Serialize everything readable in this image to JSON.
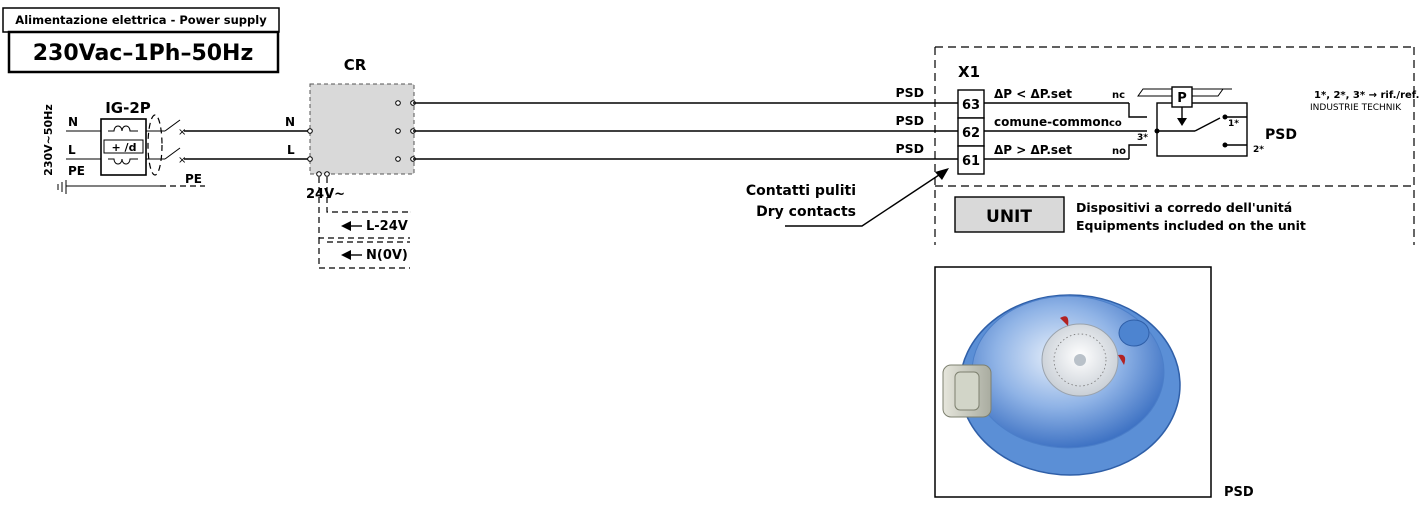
{
  "power_supply": {
    "label": "Alimentazione elettrica - Power supply",
    "value": "230Vac–1Ph–50Hz"
  },
  "ig": {
    "name": "IG-2P",
    "symbol": "+ /d",
    "voltage": "230V~50Hz",
    "n": "N",
    "l": "L",
    "pe": "PE",
    "pe_out": "PE"
  },
  "cr": {
    "name": "CR",
    "n": "N",
    "l": "L",
    "voltage": "24V~",
    "l24": "L-24V",
    "n0v": "N(0V)"
  },
  "wires": {
    "labels": [
      "PSD",
      "PSD",
      "PSD"
    ]
  },
  "dry_contacts": {
    "line1": "Contatti puliti",
    "line2": "Dry contacts"
  },
  "x1": {
    "name": "X1",
    "terminals": [
      "63",
      "62",
      "61"
    ],
    "functions": [
      "ΔP < ΔP.set",
      "comune-common",
      "ΔP > ΔP.set"
    ],
    "codes": [
      "nc",
      "co",
      "no"
    ]
  },
  "psd_switch": {
    "p": "P",
    "c1": "1*",
    "c2": "2*",
    "c3": "3*",
    "name": "PSD",
    "ref1": "1*, 2*, 3* → rif./ref.",
    "ref2": "INDUSTRIE TECHNIK"
  },
  "unit": {
    "label": "UNIT",
    "desc1": "Dispositivi a corredo dell'unitá",
    "desc2": "Equipments included on the unit"
  },
  "photo": {
    "caption": "PSD"
  },
  "colors": {
    "cr_fill": "#d9d9d9",
    "unit_fill": "#d9d9d9",
    "photo_blue": "#5b8fd6"
  }
}
